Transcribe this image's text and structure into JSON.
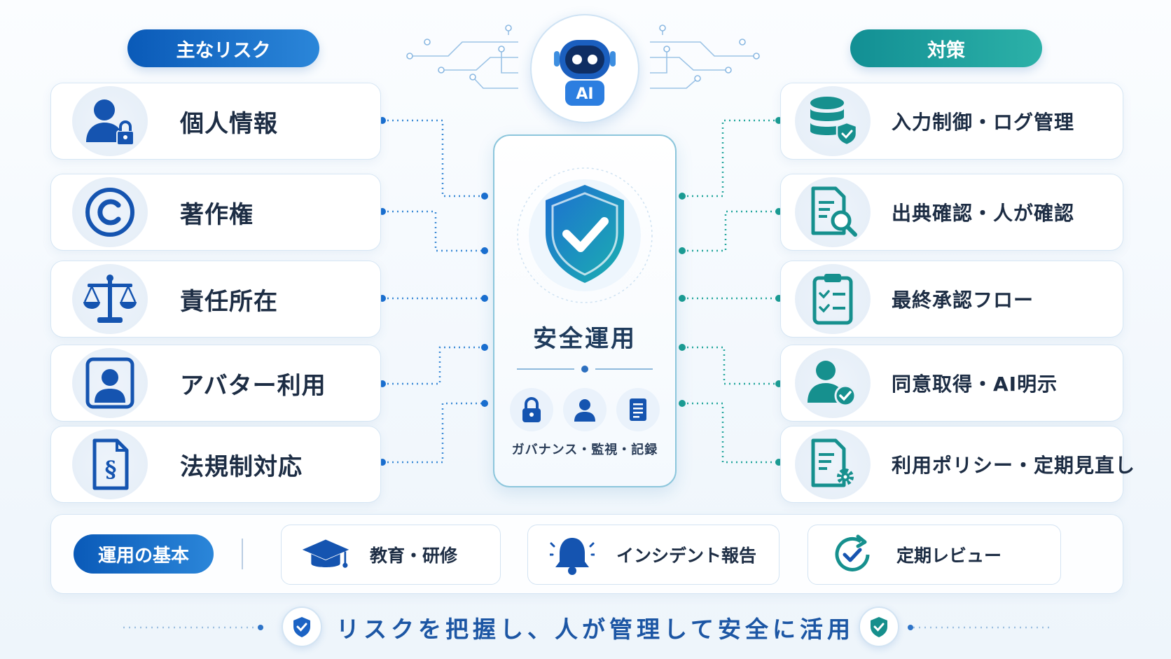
{
  "headers": {
    "risks": "主なリスク",
    "measures": "対策"
  },
  "ai_badge": "AI",
  "risks": [
    {
      "label": "個人情報",
      "icon": "user-lock-icon"
    },
    {
      "label": "著作権",
      "icon": "copyright-icon"
    },
    {
      "label": "責任所在",
      "icon": "scale-icon"
    },
    {
      "label": "アバター利用",
      "icon": "avatar-icon"
    },
    {
      "label": "法規制対応",
      "icon": "law-document-icon"
    }
  ],
  "measures": [
    {
      "label": "入力制御・ログ管理",
      "icon": "database-shield-icon"
    },
    {
      "label": "出典確認・人が確認",
      "icon": "document-search-icon"
    },
    {
      "label": "最終承認フロー",
      "icon": "clipboard-check-icon"
    },
    {
      "label": "同意取得・AI明示",
      "icon": "user-check-icon"
    },
    {
      "label": "利用ポリシー・定期見直し",
      "icon": "document-gear-icon"
    }
  ],
  "center": {
    "title": "安全運用",
    "subtitle": "ガバナンス・監視・記録",
    "mini_icons": [
      "padlock-icon",
      "person-icon",
      "document-icon"
    ]
  },
  "basics": {
    "label": "運用の基本",
    "items": [
      {
        "label": "教育・研修",
        "icon": "graduation-cap-icon"
      },
      {
        "label": "インシデント報告",
        "icon": "bell-icon"
      },
      {
        "label": "定期レビュー",
        "icon": "cycle-check-icon"
      }
    ]
  },
  "footer": "リスクを把握し、人が管理して安全に活用",
  "colors": {
    "primary_blue": "#0a5ab8",
    "teal": "#1a9c9a",
    "dark_text": "#1d2d44"
  }
}
